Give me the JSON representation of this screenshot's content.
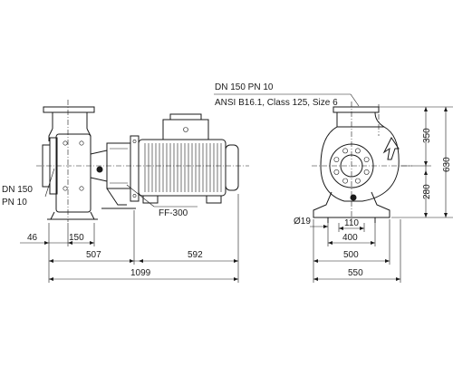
{
  "labels": {
    "flange_spec_right": "DN 150 PN 10",
    "ansi_spec": "ANSI B16.1, Class 125, Size 6",
    "flange_spec_left_line1": "DN 150",
    "flange_spec_left_line2": "PN 10",
    "motor_flange": "FF-300"
  },
  "dimensions": {
    "side_view": {
      "d46": "46",
      "d150": "150",
      "d507": "507",
      "d592": "592",
      "d1099": "1099"
    },
    "front_view": {
      "d350": "350",
      "d630": "630",
      "d280": "280",
      "hole_dia": "Ø19",
      "d110": "110",
      "d400": "400",
      "d500": "500",
      "d550": "550"
    }
  }
}
